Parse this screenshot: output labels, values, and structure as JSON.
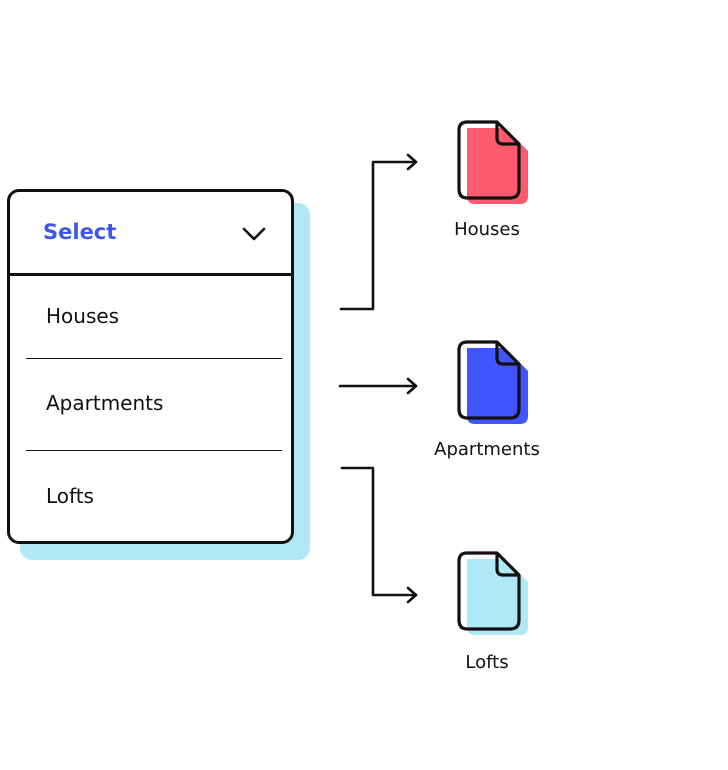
{
  "dropdown": {
    "header_label": "Select",
    "options": [
      {
        "label": "Houses"
      },
      {
        "label": "Apartments"
      },
      {
        "label": "Lofts"
      }
    ]
  },
  "targets": [
    {
      "label": "Houses",
      "color": "#ff5a6e",
      "icon": "document-icon"
    },
    {
      "label": "Apartments",
      "color": "#4055ff",
      "icon": "document-icon"
    },
    {
      "label": "Lofts",
      "color": "#aee9f5",
      "icon": "document-icon"
    }
  ],
  "colors": {
    "accent": "#3e57e8",
    "shadow": "#aee9f5",
    "stroke": "#111111"
  }
}
